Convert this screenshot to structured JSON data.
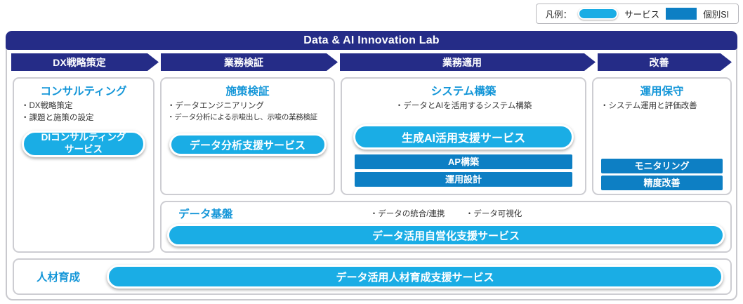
{
  "colors": {
    "navy": "#252c87",
    "service_cyan": "#1aade5",
    "individual_si_blue": "#0d7fc4",
    "section_header_blue": "#1496d8"
  },
  "legend": {
    "title": "凡例：",
    "service_label": "サービス",
    "individual_si_label": "個別SI"
  },
  "banner": {
    "title": "Data & AI Innovation Lab"
  },
  "phases": [
    {
      "label": "DX戦略策定"
    },
    {
      "label": "業務検証"
    },
    {
      "label": "業務適用"
    },
    {
      "label": "改善"
    }
  ],
  "columns": [
    {
      "header": "コンサルティング",
      "bullets": [
        "・DX戦略策定",
        "・課題と施策の設定"
      ],
      "pill_lines": [
        "DIコンサルティング",
        "サービス"
      ]
    },
    {
      "header": "施策検証",
      "bullets": [
        "・データエンジニアリング",
        "・データ分析による示唆出し、示唆の業務検証"
      ],
      "pill": "データ分析支援サービス"
    },
    {
      "header": "システム構築",
      "bullets": [
        "・データとAIを活用するシステム構築"
      ],
      "pill": "生成AI活用支援サービス",
      "si_bars": [
        "AP構築",
        "運用設計"
      ]
    },
    {
      "header": "運用保守",
      "bullets": [
        "・システム運用と評価改善"
      ],
      "si_bars": [
        "モニタリング",
        "精度改善"
      ]
    }
  ],
  "data_platform": {
    "header": "データ基盤",
    "bullets": [
      "・データの統合/連携",
      "・データ可視化"
    ],
    "pill": "データ活用自営化支援サービス"
  },
  "talent": {
    "header": "人材育成",
    "pill": "データ活用人材育成支援サービス"
  }
}
